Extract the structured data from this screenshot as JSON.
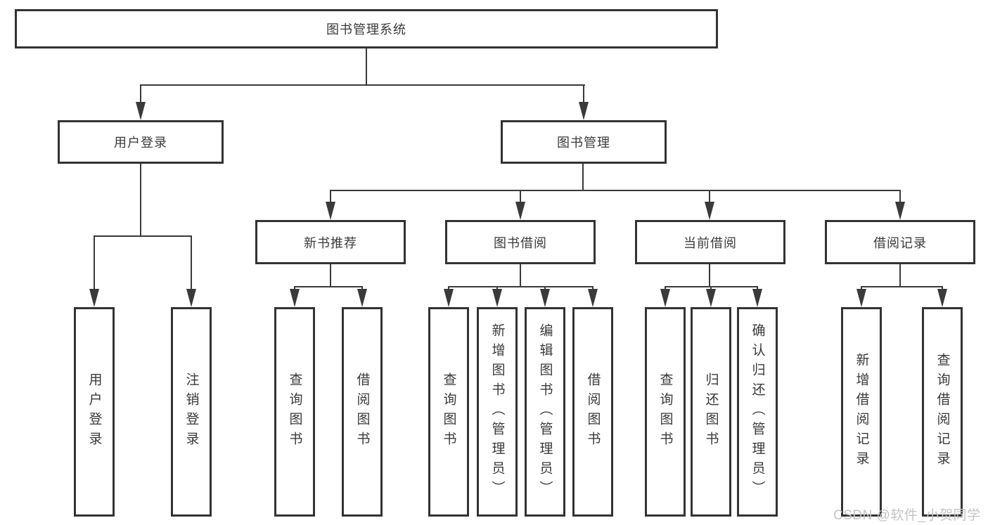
{
  "page": {
    "background": "#ffffff",
    "line_color": "#3a3a3a",
    "box_border_color": "#333333",
    "text_color": "#3a3a3a",
    "watermark_color": "#c4c4c4"
  },
  "diagram": {
    "root": {
      "label": "图书管理系统"
    },
    "level2": {
      "user_login": {
        "label": "用户登录"
      },
      "book_management": {
        "label": "图书管理"
      }
    },
    "level3": {
      "new_book_recommendation": {
        "label": "新书推荐"
      },
      "book_borrowing": {
        "label": "图书借阅"
      },
      "current_borrowing": {
        "label": "当前借阅"
      },
      "borrowing_records": {
        "label": "借阅记录"
      }
    },
    "leaves": {
      "user_login_children": {
        "login": {
          "label": "用户登录"
        },
        "logout": {
          "label": "注销登录"
        }
      },
      "recommendation_children": {
        "query_books": {
          "label": "查询图书"
        },
        "borrow_books": {
          "label": "借阅图书"
        }
      },
      "borrowing_children": {
        "query_books": {
          "label": "查询图书"
        },
        "add_books_admin": {
          "label": "新增图书（管理员）"
        },
        "edit_books_admin": {
          "label": "编辑图书（管理员）"
        },
        "borrow_books": {
          "label": "借阅图书"
        }
      },
      "current_children": {
        "query_books": {
          "label": "查询图书"
        },
        "return_books": {
          "label": "归还图书"
        },
        "confirm_return_admin": {
          "label": "确认归还（管理员）"
        }
      },
      "records_children": {
        "add_borrow_record": {
          "label": "新增借阅记录"
        },
        "query_borrow_record": {
          "label": "查询借阅记录"
        }
      }
    },
    "watermark": "CSDN @软件_小贺同学"
  }
}
